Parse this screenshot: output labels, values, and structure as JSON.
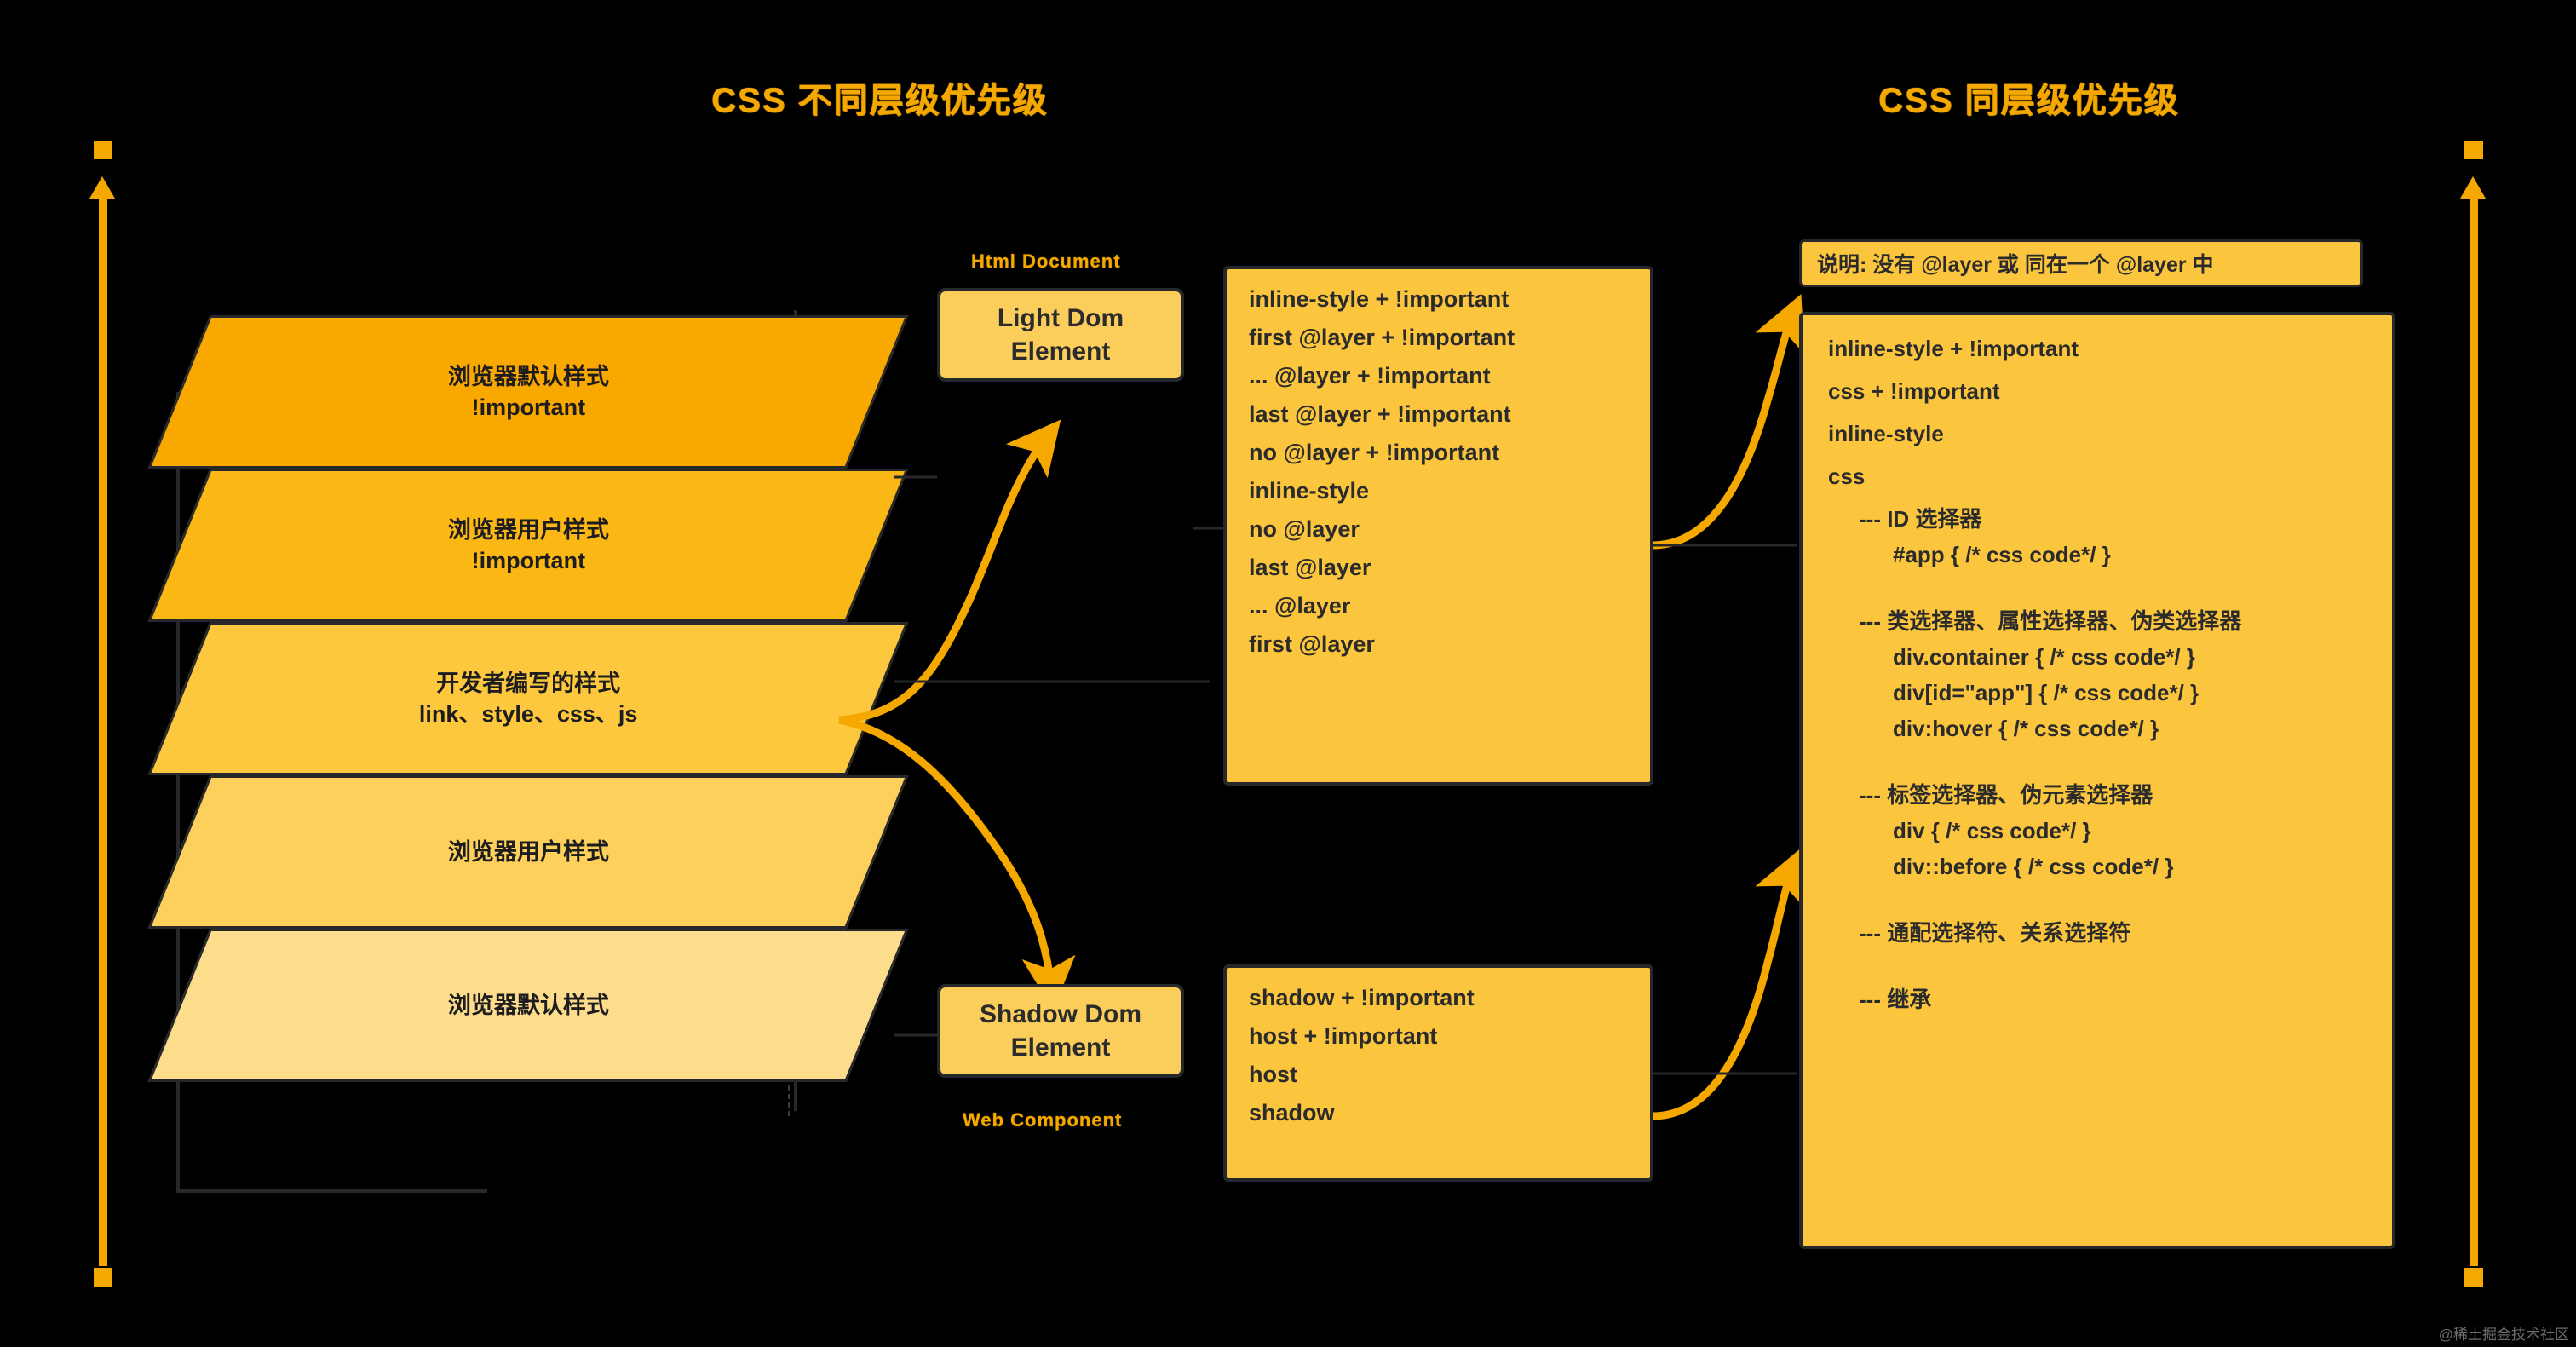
{
  "titles": {
    "left": "CSS 不同层级优先级",
    "right": "CSS 同层级优先级"
  },
  "layer_stack": {
    "layers": [
      {
        "label": "浏览器默认样式\n!important",
        "color": "#F9A800"
      },
      {
        "label": "浏览器用户样式\n!important",
        "color": "#FBB713"
      },
      {
        "label": "开发者编写的样式\nlink、style、css、js",
        "color": "#FDC83D"
      },
      {
        "label": "浏览器用户样式",
        "color": "#FDD05C"
      },
      {
        "label": "浏览器默认样式",
        "color": "#FDDC8B"
      }
    ]
  },
  "dom_boxes": {
    "light": {
      "caption": "Html Document",
      "label": "Light Dom\nElement"
    },
    "shadow": {
      "caption": "Web Component",
      "label": "Shadow Dom\nElement"
    }
  },
  "light_dom_list": {
    "items": [
      "inline-style + !important",
      "first @layer + !important",
      "... @layer + !important",
      "last @layer + !important",
      "no @layer + !important",
      "inline-style",
      "no @layer",
      "last @layer",
      "... @layer",
      "first @layer"
    ]
  },
  "shadow_dom_list": {
    "items": [
      "shadow + !important",
      "host + !important",
      "host",
      "shadow"
    ]
  },
  "same_layer_panel": {
    "note": "说明: 没有 @layer 或 同在一个 @layer 中",
    "lines": [
      {
        "text": "inline-style + !important",
        "indent": 0
      },
      {
        "text": "css + !important",
        "indent": 0
      },
      {
        "text": "inline-style",
        "indent": 0
      },
      {
        "text": "css",
        "indent": 0
      },
      {
        "text": "--- ID 选择器",
        "indent": 1
      },
      {
        "text": "#app { /* css code*/ }",
        "indent": 2
      },
      {
        "text": "--- 类选择器、属性选择器、伪类选择器",
        "indent": 1
      },
      {
        "text": "div.container { /* css code*/ }",
        "indent": 2
      },
      {
        "text": "div[id=\"app\"] { /* css code*/ }",
        "indent": 2
      },
      {
        "text": "div:hover { /* css code*/ }",
        "indent": 2
      },
      {
        "text": "--- 标签选择器、伪元素选择器",
        "indent": 1
      },
      {
        "text": "div { /* css code*/ }",
        "indent": 2
      },
      {
        "text": "div::before { /* css code*/ }",
        "indent": 2
      },
      {
        "text": "--- 通配选择符、关系选择符",
        "indent": 1
      },
      {
        "text": "--- 继承",
        "indent": 1
      }
    ]
  },
  "watermark": "@稀土掘金技术社区",
  "colors": {
    "accent": "#F5A800",
    "panel_fill": "#FBC63D",
    "box_fill": "#FBCE5B",
    "outline": "#26282b",
    "background": "#000000"
  }
}
